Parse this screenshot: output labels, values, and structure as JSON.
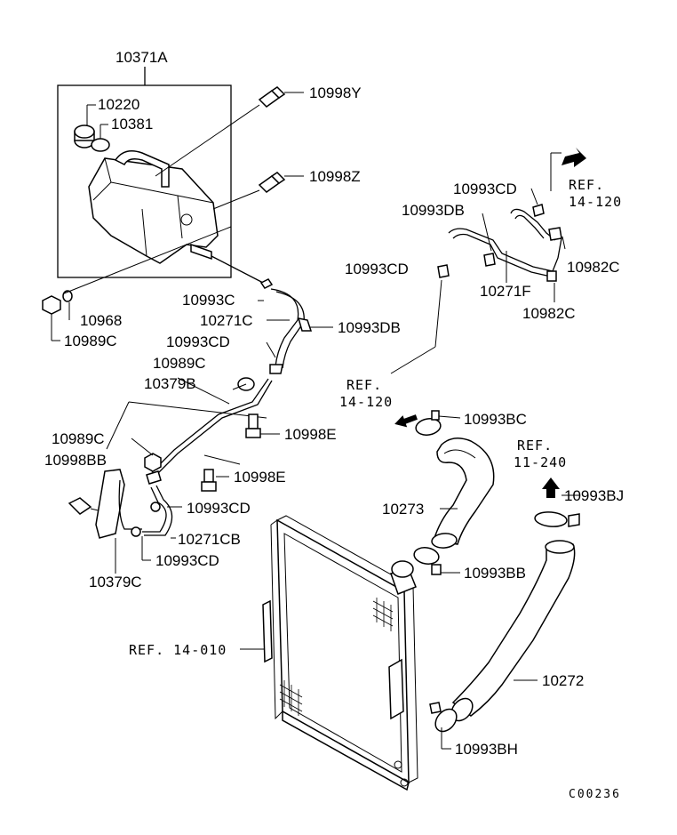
{
  "labels": {
    "p10371A": "10371A",
    "p10220": "10220",
    "p10381": "10381",
    "p10998Y": "10998Y",
    "p10998Z": "10998Z",
    "p10993C": "10993C",
    "p10968": "10968",
    "p10989C_a": "10989C",
    "p10271C": "10271C",
    "p10993DB_a": "10993DB",
    "p10993CD_a": "10993CD",
    "p10989C_b": "10989C",
    "p10379B": "10379B",
    "p10998E_a": "10998E",
    "p10989C_c": "10989C",
    "p10998BB": "10998BB",
    "p10998E_b": "10998E",
    "p10993CD_b": "10993CD",
    "p10271CB": "10271CB",
    "p10993CD_c": "10993CD",
    "p10379C": "10379C",
    "p10993CD_d": "10993CD",
    "p10993DB_b": "10993DB",
    "p10993CD_e": "10993CD",
    "p10271F": "10271F",
    "p10982C_a": "10982C",
    "p10982C_b": "10982C",
    "p10993BC": "10993BC",
    "p10273": "10273",
    "p10993BB": "10993BB",
    "p10993BJ": "10993BJ",
    "p10272": "10272",
    "p10993BH": "10993BH"
  },
  "refs": {
    "ref_14_120_a_line1": "REF.",
    "ref_14_120_a_line2": "14-120",
    "ref_14_120_b_line1": "REF.",
    "ref_14_120_b_line2": "14-120",
    "ref_11_240_line1": "REF.",
    "ref_11_240_line2": "11-240",
    "ref_14_010": "REF. 14-010"
  },
  "drawing_code": "C00236"
}
